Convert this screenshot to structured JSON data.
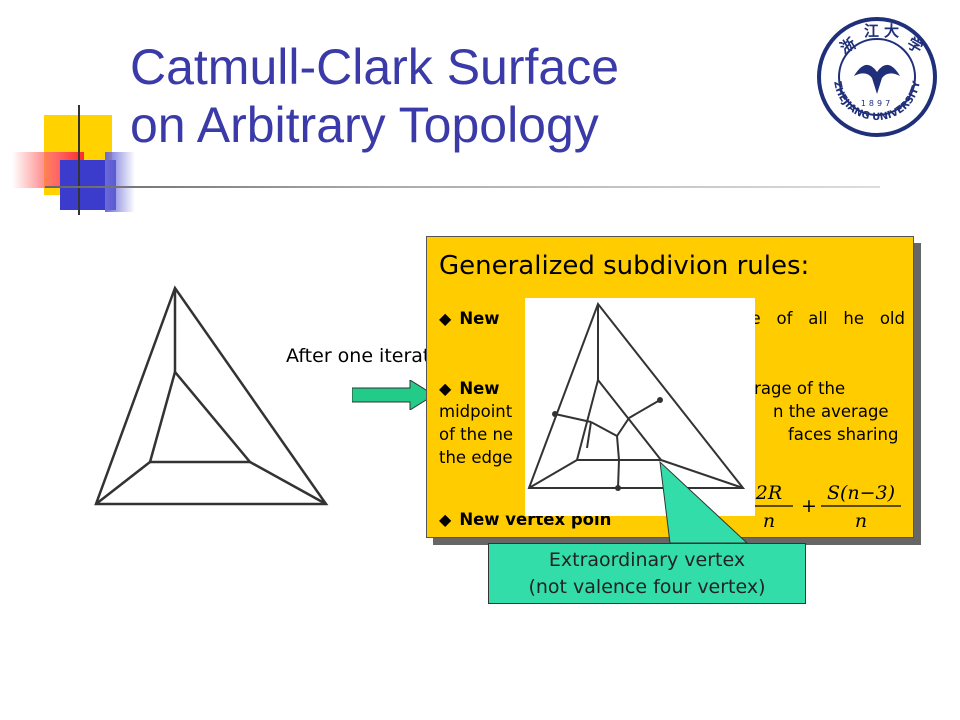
{
  "slide": {
    "title_line1": "Catmull-Clark Surface",
    "title_line2": "on Arbitrary Topology"
  },
  "logo": {
    "name": "Zhejiang University seal",
    "chinese": "浙江大学",
    "year": "1897",
    "english": "ZHEJIANG UNIVERSITY",
    "color": "#1f2f7a"
  },
  "caption": "After one iteration",
  "rules": {
    "heading": "Generalized subdivion rules:",
    "face_label": "New",
    "face_text": "erage of all he old point",
    "edge_label": "New",
    "edge_text_a": "erage of the",
    "edge_text_b": "midpoint",
    "edge_text_c": "n the average",
    "edge_text_d": "of the ne",
    "edge_text_e": "faces sharing",
    "edge_text_f": "the edge",
    "vertex_label": "New vertex poin",
    "bullet_glyph": "◆",
    "formula": {
      "num1": "2R",
      "den1": "n",
      "num2": "S(n−3)",
      "den2": "n",
      "plus": "+"
    }
  },
  "callout": {
    "line1": "Extraordinary vertex",
    "line2": "(not valence four vertex)",
    "color": "#33ddaa"
  },
  "colors": {
    "title": "#3a3aa8",
    "rules_box": "#ffcc00",
    "arrow": "#22cc88"
  }
}
